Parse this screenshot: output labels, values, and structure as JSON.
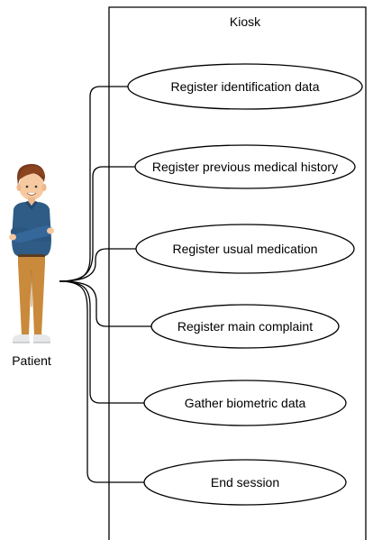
{
  "system": {
    "title": "Kiosk"
  },
  "actor": {
    "name": "Patient",
    "icon": "patient-person-icon"
  },
  "use_cases": [
    {
      "id": "uc-register-identification-data",
      "label": "Register identification data"
    },
    {
      "id": "uc-register-previous-medical-history",
      "label": "Register previous medical history"
    },
    {
      "id": "uc-register-usual-medication",
      "label": "Register usual medication"
    },
    {
      "id": "uc-register-main-complaint",
      "label": "Register main complaint"
    },
    {
      "id": "uc-gather-biometric-data",
      "label": "Gather biometric data"
    },
    {
      "id": "uc-end-session",
      "label": "End session"
    }
  ]
}
